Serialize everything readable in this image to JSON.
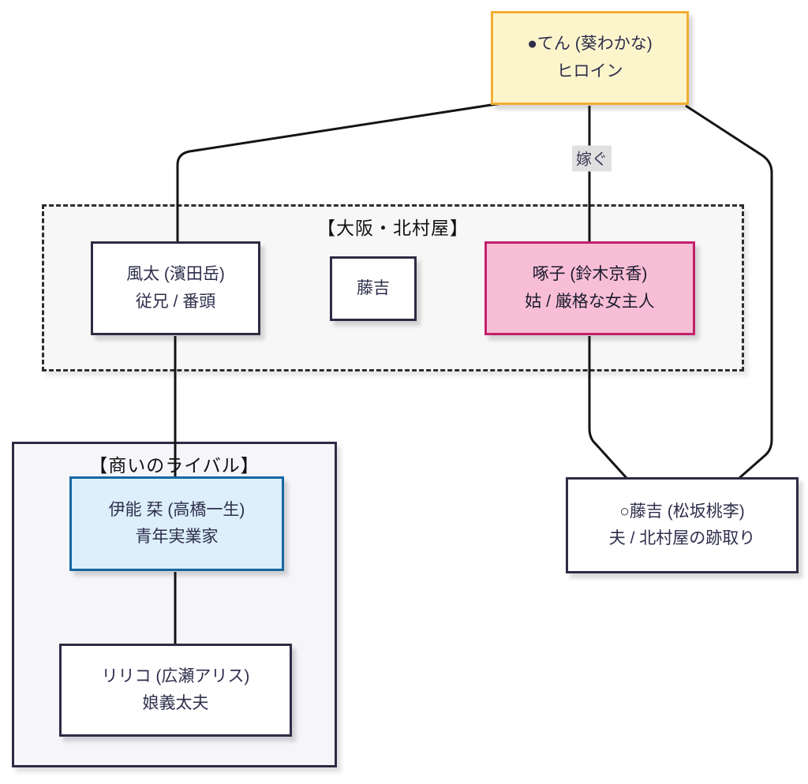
{
  "clusters": {
    "kitamuraya": {
      "title": "【大阪・北村屋】"
    },
    "rival": {
      "title": "【商いのライバル】"
    }
  },
  "nodes": {
    "ten": {
      "line1": "●てん (葵わかな)",
      "line2": "ヒロイン"
    },
    "fuuta": {
      "line1": "風太 (濱田岳)",
      "line2": "従兄 / 番頭"
    },
    "tokichi_mini": {
      "line1": "藤吉"
    },
    "takuko": {
      "line1": "啄子 (鈴木京香)",
      "line2": "姑 / 厳格な女主人"
    },
    "shiori": {
      "line1": "伊能 栞 (高橋一生)",
      "line2": "青年実業家"
    },
    "ririko": {
      "line1": "リリコ (広瀬アリス)",
      "line2": "娘義太夫"
    },
    "tokichi": {
      "line1": "○藤吉 (松坂桃李)",
      "line2": "夫 / 北村屋の跡取り"
    }
  },
  "edges": {
    "marry": {
      "label": "嫁ぐ"
    }
  },
  "palette": {
    "heroine_fill": "#fcf5cc",
    "heroine_border": "#f3ae33",
    "mother_in_law_fill": "#f8bed5",
    "mother_in_law_border": "#c2206b",
    "rival_fill": "#dceffa",
    "rival_border": "#15689f",
    "default_node_border": "#2c2c44",
    "edge_color": "#141414",
    "cluster_fill": "#f7f7f7",
    "edge_label_bg": "#e0e0e0"
  }
}
